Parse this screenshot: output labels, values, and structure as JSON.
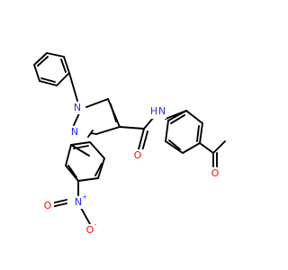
{
  "molecule": {
    "atoms": {
      "n1": "N",
      "n2": "N",
      "o_carbonyl": "O",
      "nh": "N",
      "nh_h": "H",
      "n_nitro": "N",
      "n_nitro_charge": "+",
      "o_nitro_double": "O",
      "o_nitro_single": "O",
      "o_nitro_charge": "-",
      "o_acetyl": "O"
    }
  },
  "colors": {
    "bond": "#000000",
    "nitrogen": "#2a2aff",
    "oxygen": "#ff0d0d",
    "background": "#ffffff"
  }
}
